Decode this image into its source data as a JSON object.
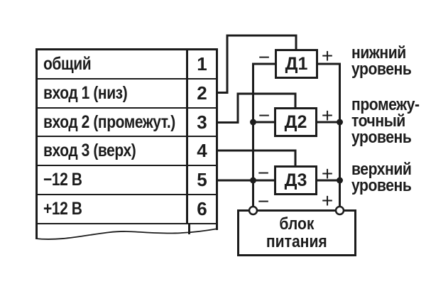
{
  "colors": {
    "ink": "#1c1c1c",
    "paper": "#ffffff"
  },
  "terminal_block": {
    "rows": [
      {
        "label": "общий",
        "number": "1"
      },
      {
        "label": "вход 1 (низ)",
        "number": "2"
      },
      {
        "label": "вход 2 (промежут.)",
        "number": "3"
      },
      {
        "label": "вход 3 (верх)",
        "number": "4"
      },
      {
        "label": "−12 В",
        "number": "5"
      },
      {
        "label": "+12 В",
        "number": "6"
      }
    ]
  },
  "sensors": [
    {
      "name": "Д1",
      "minus": "−",
      "plus": "+",
      "level_lines": [
        "нижний",
        "уровень"
      ]
    },
    {
      "name": "Д2",
      "minus": "−",
      "plus": "+",
      "level_lines": [
        "промежу-",
        "точный",
        "уровень"
      ]
    },
    {
      "name": "Д3",
      "minus": "−",
      "plus": "+",
      "level_lines": [
        "верхний",
        "уровень"
      ]
    }
  ],
  "power_supply": {
    "lines": [
      "блок",
      "питания"
    ],
    "minus": "−",
    "plus": "+"
  }
}
